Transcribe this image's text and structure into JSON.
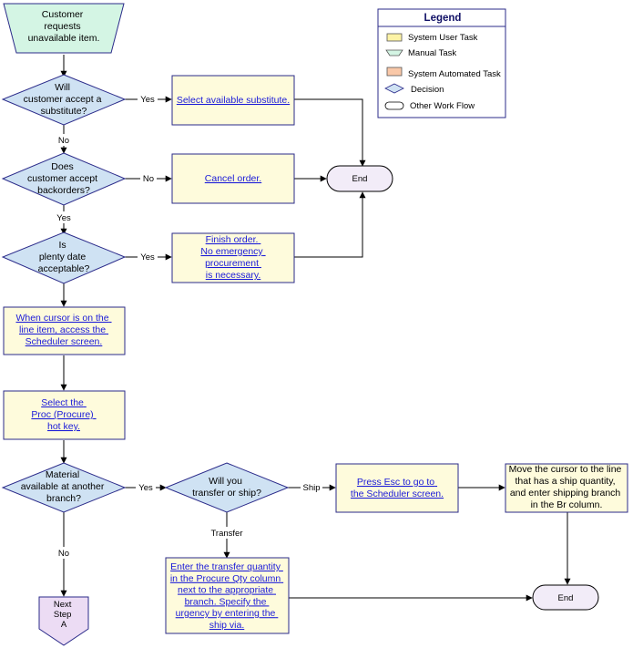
{
  "nodes": {
    "start": [
      "Customer",
      "requests",
      "unavailable item."
    ],
    "q_substitute": [
      "Will",
      "customer accept a",
      "substitute?"
    ],
    "q_backorder": [
      "Does",
      "customer accept",
      "backorders?"
    ],
    "q_date": [
      "Is",
      "plenty date",
      "acceptable?"
    ],
    "t_substitute": [
      "Select available substitute."
    ],
    "t_cancel": [
      "Cancel order."
    ],
    "t_finish": [
      "Finish order.",
      "No emergency",
      "procurement",
      "is necessary."
    ],
    "end1": "End",
    "t_scheduler": [
      "When cursor is on the",
      "line item, access the",
      "Scheduler screen."
    ],
    "t_proc": [
      "Select the",
      "Proc (Procure)",
      "hot key."
    ],
    "q_material": [
      "Material",
      "available at another",
      "branch?"
    ],
    "q_transfer": [
      "Will you",
      "transfer or ship?"
    ],
    "t_esc": [
      "Press Esc to go to",
      "the Scheduler screen."
    ],
    "t_move": [
      "Move the cursor to the line",
      "that has a ship quantity,",
      "and enter shipping branch",
      "in the Br column."
    ],
    "t_transfer": [
      "Enter the transfer quantity",
      "in the Procure Qty column",
      "next to the appropriate",
      "branch. Specify the",
      "urgency by entering the",
      "ship via."
    ],
    "end2": "End",
    "next_step": [
      "Next",
      "Step",
      "A"
    ]
  },
  "edge_labels": {
    "yes1": "Yes",
    "no1": "No",
    "no2": "No",
    "yes2": "Yes",
    "yes3": "Yes",
    "yes4": "Yes",
    "ship": "Ship",
    "transfer": "Transfer",
    "no3": "No"
  },
  "legend": {
    "title": "Legend",
    "items": [
      "System User Task",
      "Manual Task",
      "System Automated Task",
      "Decision",
      "Other Work Flow"
    ]
  }
}
